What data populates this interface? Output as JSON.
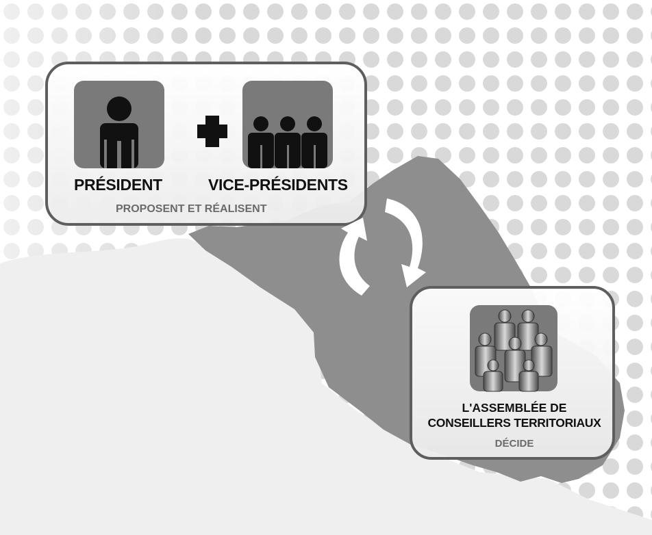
{
  "executive": {
    "president_label": "PRÉSIDENT",
    "vice_presidents_label": "VICE-PRÉSIDENTS",
    "role_label": "PROPOSENT ET RÉALISENT",
    "icons": [
      "person-icon",
      "plus-icon",
      "group-icon"
    ]
  },
  "assembly": {
    "title_line1": "L'ASSEMBLÉE DE",
    "title_line2": "CONSEILLERS TERRITORIAUX",
    "role_label": "DÉCIDE",
    "icons": [
      "crowd-icon"
    ]
  },
  "cycle": {
    "icons": [
      "cycle-arrows-icon"
    ]
  },
  "colors": {
    "panel_border": "#5e5e5e",
    "icon_tile": "#7a7a7a",
    "map_dark": "#8e8e8e",
    "dot_pattern": "#d9d9d9"
  }
}
